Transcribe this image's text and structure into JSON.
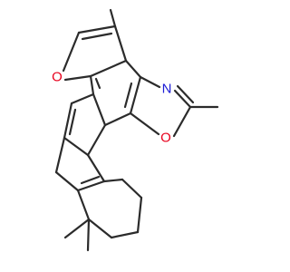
{
  "molecule": {
    "atoms": [
      {
        "id": "O_furan",
        "element": "O",
        "label": "O",
        "color": "#e8001c"
      },
      {
        "id": "N_oxazole",
        "element": "N",
        "label": "N",
        "color": "#1d1dd6"
      },
      {
        "id": "O_oxazole",
        "element": "O",
        "label": "O",
        "color": "#e8001c"
      }
    ],
    "bond_color": "#2b2b2b",
    "background": "#ffffff"
  }
}
